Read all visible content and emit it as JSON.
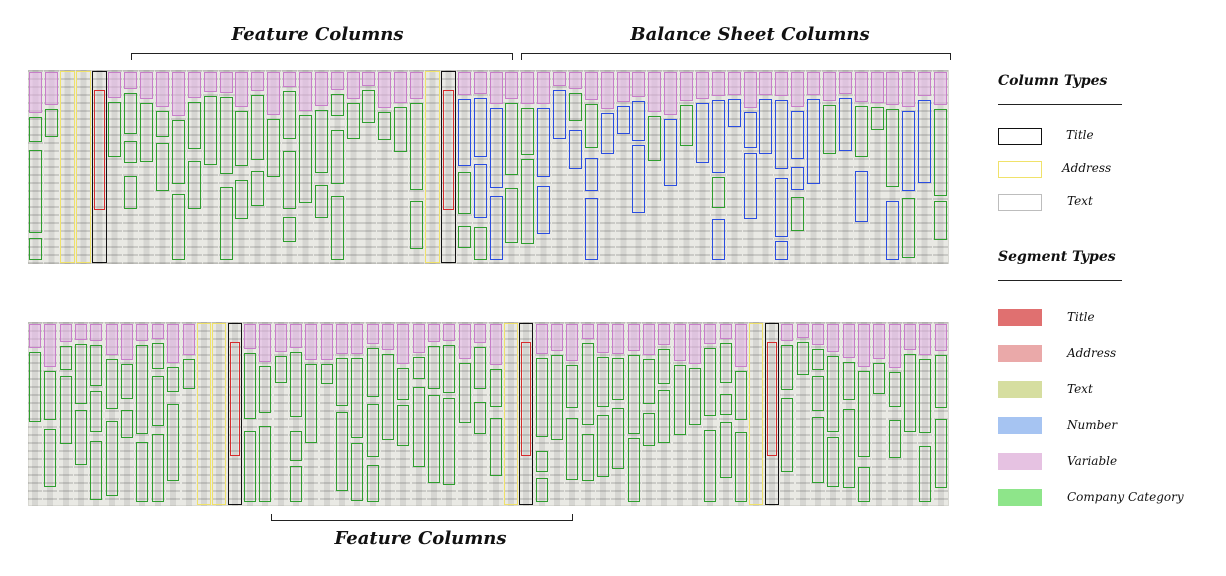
{
  "top_headers": {
    "feature": "Feature Columns",
    "balance": "Balance Sheet Columns"
  },
  "bottom_header": "Feature Columns",
  "legend": {
    "column_types_heading": "Column Types",
    "column_types": [
      {
        "label": "Title",
        "border": "#111111",
        "fill": "#ffffff"
      },
      {
        "label": "Address",
        "border": "#f0e26a",
        "fill": "#ffffff"
      },
      {
        "label": "Text",
        "border": "#bdbdbd",
        "fill": "#ffffff"
      }
    ],
    "segment_types_heading": "Segment Types",
    "segment_types": [
      {
        "label": "Title",
        "color": "#e07070"
      },
      {
        "label": "Address",
        "color": "#eaa9a9"
      },
      {
        "label": "Text",
        "color": "#d6dea0"
      },
      {
        "label": "Number",
        "color": "#a6c4f2"
      },
      {
        "label": "Variable",
        "color": "#e6c2e2"
      },
      {
        "label": "Company Category",
        "color": "#8ee58a"
      }
    ]
  },
  "colors": {
    "text_segment": "#2e9e2e",
    "variable_segment": "#c77fc9",
    "number_segment": "#2a4de0",
    "title_segment": "#d62c2c",
    "title_column": "#111111",
    "address_column": "#f0e26a"
  }
}
